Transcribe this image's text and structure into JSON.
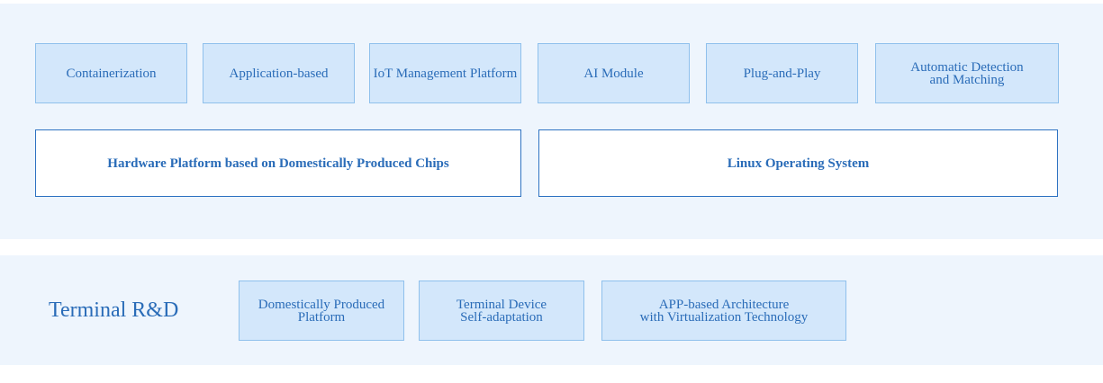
{
  "features": [
    "Containerization",
    "Application-based",
    "IoT Management Platform",
    "AI Module",
    "Plug-and-Play",
    "Automatic Detection\nand Matching"
  ],
  "base_layer": {
    "hardware": "Hardware Platform based on Domestically Produced Chips",
    "os": "Linux Operating System"
  },
  "terminal_rd": {
    "title": "Terminal R&D",
    "items": [
      "Domestically Produced\nPlatform",
      "Terminal Device\nSelf-adaptation",
      "APP-based Architecture\nwith Virtualization Technology"
    ]
  },
  "colors": {
    "panel_bg": "#eef5fd",
    "box_fill": "#d3e7fb",
    "box_border": "#8fc0ec",
    "base_border": "#2e72c2",
    "text": "#2a6cb8"
  }
}
